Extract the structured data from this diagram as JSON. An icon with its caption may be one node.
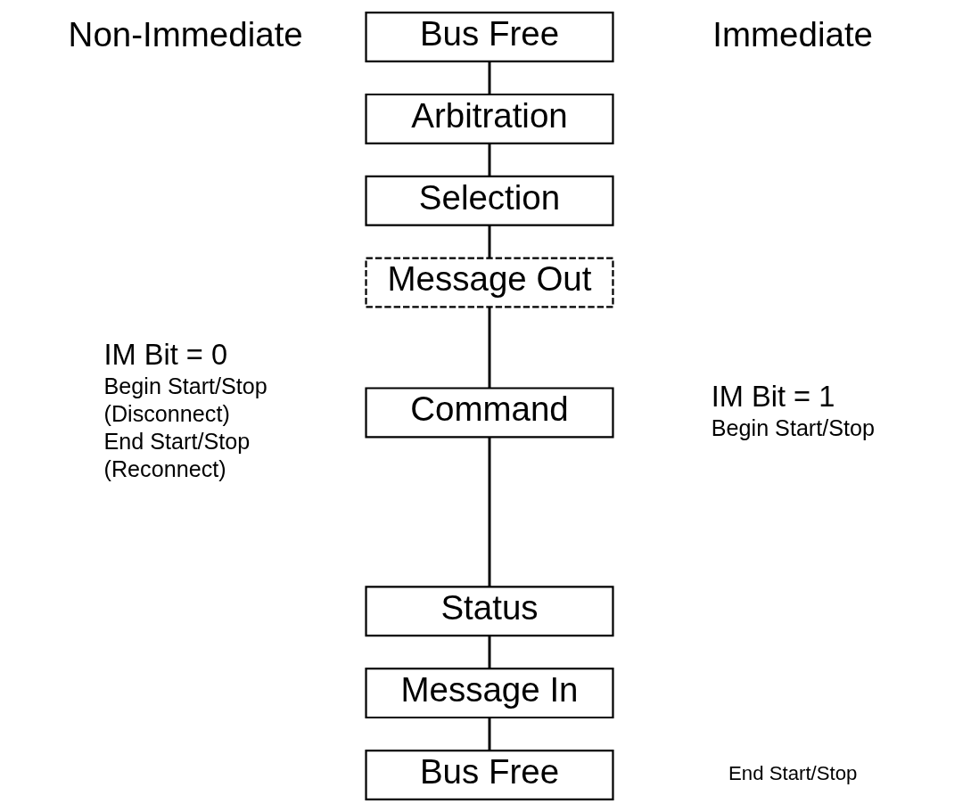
{
  "diagram": {
    "nodes": [
      {
        "text": [
          "Bus Free"
        ]
      },
      {
        "text": [
          "Arbitration"
        ]
      },
      {
        "text": [
          "Selection"
        ]
      },
      {
        "text": [
          "Message Out"
        ]
      },
      {
        "text": [
          "Command"
        ]
      },
      {
        "text": [
          "Status"
        ]
      },
      {
        "text": [
          "Message In"
        ]
      },
      {
        "text": [
          "Bus Free"
        ]
      }
    ],
    "edges": [
      {
        "from": 0,
        "to": 1,
        "arrow": "none"
      },
      {
        "from": 1,
        "to": 2,
        "arrow": "none"
      },
      {
        "from": 2,
        "to": 3,
        "arrow": "none"
      },
      {
        "from": 3,
        "to": 4,
        "arrow": "none"
      },
      {
        "from": 4,
        "to": 5,
        "arrow": "none"
      },
      {
        "from": 5,
        "to": 6,
        "arrow": "none"
      },
      {
        "from": 6,
        "to": 7,
        "arrow": "none"
      }
    ],
    "labels": [
      "Non-Immediate",
      "Immediate",
      "IM Bit = 0",
      "Begin Start/Stop",
      "(Disconnect)",
      "End Start/Stop",
      "(Reconnect)",
      "IM Bit = 1",
      "Begin Start/Stop",
      "End Start/Stop"
    ]
  }
}
